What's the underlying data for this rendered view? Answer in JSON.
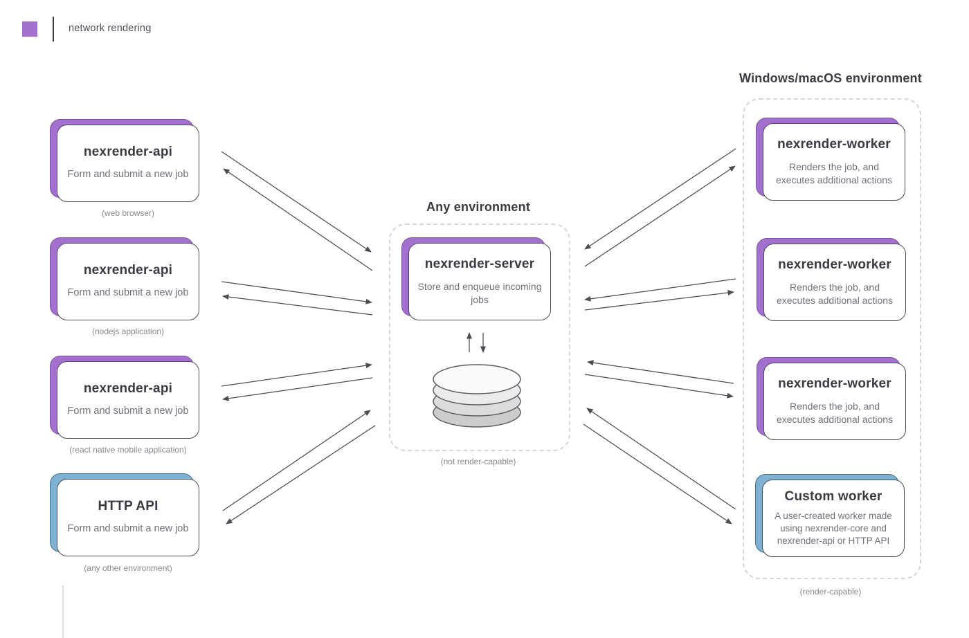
{
  "header": {
    "brand": "network rendering"
  },
  "colors": {
    "accent_purple": "#a470cf",
    "accent_purple_border": "#7b4fa3",
    "accent_blue": "#7fb2d2",
    "accent_blue_border": "#3f7094",
    "card_border": "#4a4a52",
    "arrow": "#4b4b52",
    "dashed_border": "#d6d6d8"
  },
  "left_nodes": [
    {
      "title": "nexrender-api",
      "subtitle": "Form and submit a new job",
      "caption": "(web browser)",
      "variant": "purple"
    },
    {
      "title": "nexrender-api",
      "subtitle": "Form and submit a new job",
      "caption": "(nodejs application)",
      "variant": "purple"
    },
    {
      "title": "nexrender-api",
      "subtitle": "Form and submit a new job",
      "caption": "(react native mobile application)",
      "variant": "purple"
    },
    {
      "title": "HTTP API",
      "subtitle": "Form and submit a new job",
      "caption": "(any other environment)",
      "variant": "blue"
    }
  ],
  "center": {
    "env_label": "Any environment",
    "server": {
      "title": "nexrender-server",
      "subtitle": "Store and enqueue incoming jobs"
    },
    "db_icon": "database-cylinder-icon",
    "caption": "(not render-capable)"
  },
  "right": {
    "env_label": "Windows/macOS environment",
    "caption": "(render-capable)",
    "nodes": [
      {
        "title": "nexrender-worker",
        "subtitle": "Renders the job, and executes additional actions",
        "variant": "purple"
      },
      {
        "title": "nexrender-worker",
        "subtitle": "Renders the job, and executes additional actions",
        "variant": "purple"
      },
      {
        "title": "nexrender-worker",
        "subtitle": "Renders the job, and executes additional actions",
        "variant": "purple"
      },
      {
        "title": "Custom worker",
        "subtitle": "A user-created worker made using nexrender-core and nexrender-api or HTTP API",
        "variant": "blue"
      }
    ]
  }
}
